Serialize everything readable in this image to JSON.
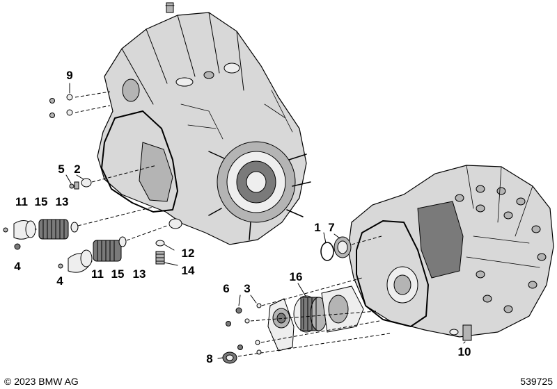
{
  "callouts": [
    {
      "id": "9",
      "label": "9"
    },
    {
      "id": "5",
      "label": "5"
    },
    {
      "id": "2",
      "label": "2"
    },
    {
      "id": "11a",
      "label": "11"
    },
    {
      "id": "15a",
      "label": "15"
    },
    {
      "id": "13a",
      "label": "13"
    },
    {
      "id": "4a",
      "label": "4"
    },
    {
      "id": "12",
      "label": "12"
    },
    {
      "id": "14",
      "label": "14"
    },
    {
      "id": "4b",
      "label": "4"
    },
    {
      "id": "11b",
      "label": "11"
    },
    {
      "id": "15b",
      "label": "15"
    },
    {
      "id": "13b",
      "label": "13"
    },
    {
      "id": "1",
      "label": "1"
    },
    {
      "id": "7",
      "label": "7"
    },
    {
      "id": "6",
      "label": "6"
    },
    {
      "id": "3",
      "label": "3"
    },
    {
      "id": "16",
      "label": "16"
    },
    {
      "id": "8",
      "label": "8"
    },
    {
      "id": "10",
      "label": "10"
    }
  ],
  "footer": {
    "copyright": "© 2023 BMW AG",
    "diagram_number": "539725"
  }
}
